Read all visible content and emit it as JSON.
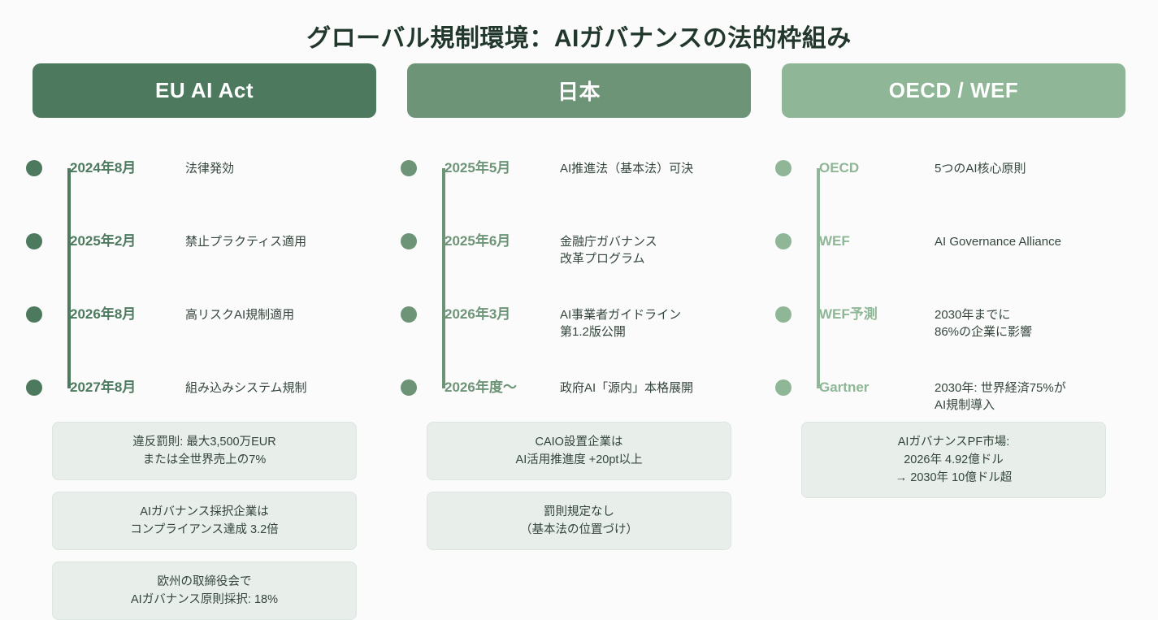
{
  "title": "グローバル規制環境：AIガバナンスの法的枠組み",
  "theme": {
    "background": "#fafbfa",
    "title_color": "#22382c",
    "card_bg": "#e8eeea",
    "card_border": "#dde5e0",
    "desc_color": "#35463d"
  },
  "columns": [
    {
      "header": "EU AI Act",
      "header_bg": "#4d7a5e",
      "accent": "#4d7a5e",
      "items": [
        {
          "date": "2024年8月",
          "desc": "法律発効"
        },
        {
          "date": "2025年2月",
          "desc": "禁止プラクティス適用"
        },
        {
          "date": "2026年8月",
          "desc": "高リスクAI規制適用"
        },
        {
          "date": "2027年8月",
          "desc": "組み込みシステム規制"
        }
      ],
      "cards": [
        "違反罰則: 最大3,500万EUR\nまたは全世界売上の7%",
        "AIガバナンス採択企業は\nコンプライアンス達成 3.2倍",
        "欧州の取締役会で\nAIガバナンス原則採択: 18%"
      ]
    },
    {
      "header": "日本",
      "header_bg": "#6e9478",
      "accent": "#6e9478",
      "items": [
        {
          "date": "2025年5月",
          "desc": "AI推進法（基本法）可決"
        },
        {
          "date": "2025年6月",
          "desc": "金融庁ガバナンス\n改革プログラム"
        },
        {
          "date": "2026年3月",
          "desc": "AI事業者ガイドライン\n第1.2版公開"
        },
        {
          "date": "2026年度〜",
          "desc": "政府AI「源内」本格展開"
        }
      ],
      "cards": [
        "CAIO設置企業は\nAI活用推進度 +20pt以上",
        "罰則規定なし\n（基本法の位置づけ）"
      ]
    },
    {
      "header": "OECD / WEF",
      "header_bg": "#8fb697",
      "accent": "#8fb697",
      "items": [
        {
          "date": "OECD",
          "desc": "5つのAI核心原則"
        },
        {
          "date": "WEF",
          "desc": "AI Governance Alliance"
        },
        {
          "date": "WEF予測",
          "desc": "2030年までに\n86%の企業に影響"
        },
        {
          "date": "Gartner",
          "desc": "2030年: 世界経済75%が\nAI規制導入"
        }
      ],
      "cards": [
        "AIガバナンスPF市場:\n2026年 4.92億ドル\n→ 2030年 10億ドル超"
      ]
    }
  ]
}
